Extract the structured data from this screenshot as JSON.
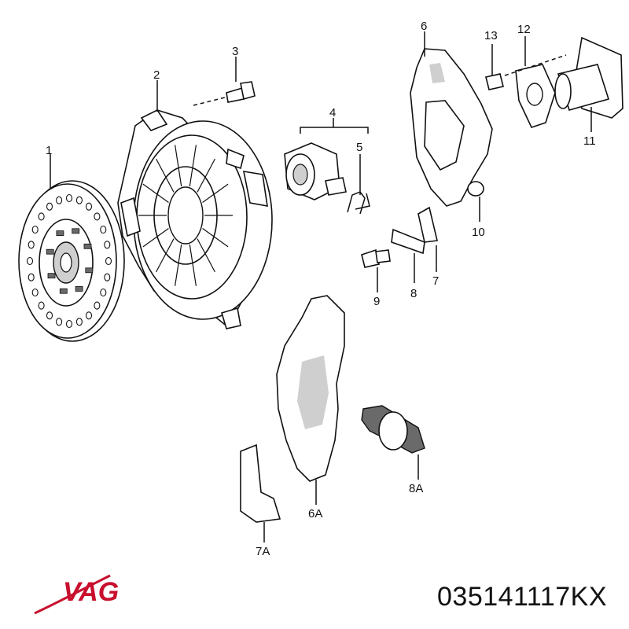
{
  "callouts": [
    {
      "id": "1",
      "text": "1"
    },
    {
      "id": "2",
      "text": "2"
    },
    {
      "id": "3",
      "text": "3"
    },
    {
      "id": "4",
      "text": "4"
    },
    {
      "id": "5",
      "text": "5"
    },
    {
      "id": "6",
      "text": "6"
    },
    {
      "id": "7",
      "text": "7"
    },
    {
      "id": "8",
      "text": "8"
    },
    {
      "id": "9",
      "text": "9"
    },
    {
      "id": "10",
      "text": "10"
    },
    {
      "id": "11",
      "text": "11"
    },
    {
      "id": "12",
      "text": "12"
    },
    {
      "id": "13",
      "text": "13"
    },
    {
      "id": "6A",
      "text": "6A"
    },
    {
      "id": "7A",
      "text": "7A"
    },
    {
      "id": "8A",
      "text": "8A"
    }
  ],
  "brand": {
    "logo_text": "VAG",
    "color": "#c8102e"
  },
  "part_number": "035141117KX"
}
